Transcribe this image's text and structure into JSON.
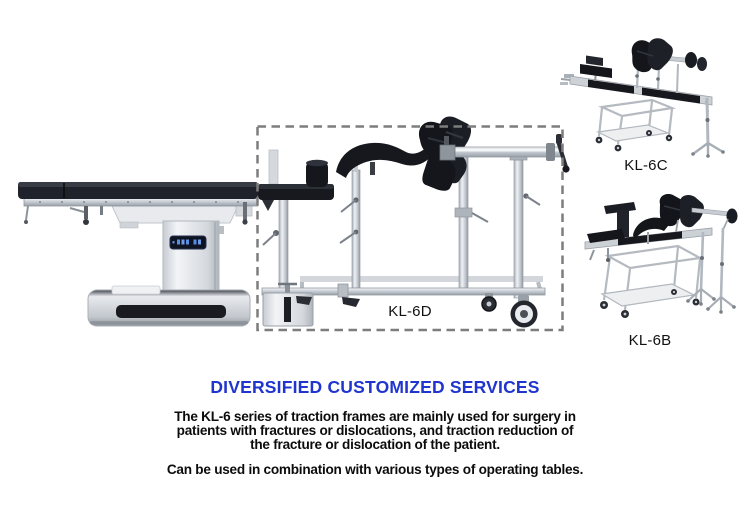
{
  "colors": {
    "accent_blue": "#2035cd",
    "body_text": "#0c0c0c",
    "label_text": "#111111",
    "dash_gray": "#7d7d7d",
    "cushion_black": "#1e212a",
    "metal_gray": "#c9ced5"
  },
  "figures": {
    "kl6d": {
      "label": "KL-6D"
    },
    "kl6c": {
      "label": "KL-6C"
    },
    "kl6b": {
      "label": "KL-6B"
    }
  },
  "heading": {
    "title": "DIVERSIFIED CUSTOMIZED SERVICES"
  },
  "body": {
    "paragraph_lines": [
      "The KL-6 series of traction frames are mainly used for surgery in",
      "patients with fractures or dislocations, and traction reduction of",
      "the fracture or dislocation of the patient."
    ],
    "note": "Can be used in combination with various types of operating tables."
  }
}
